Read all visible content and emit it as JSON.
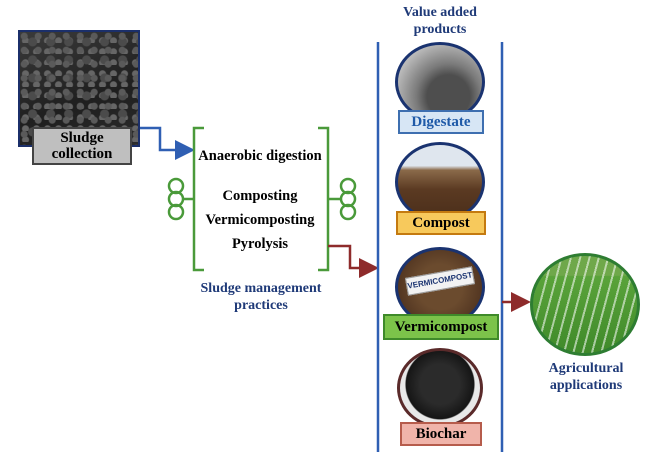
{
  "sludge_collection": {
    "label": "Sludge collection"
  },
  "management": {
    "practices": [
      "Anaerobic digestion",
      "Composting",
      "Vermicomposting",
      "Pyrolysis"
    ],
    "caption": "Sludge management practices"
  },
  "products": {
    "heading": "Value added products",
    "items": [
      "Digestate",
      "Compost",
      "Vermicompost",
      "Biochar"
    ],
    "vermicompost_bag_text": "VERMICOMPOST"
  },
  "agriculture": {
    "caption": "Agricultural applications"
  },
  "colors": {
    "blue_arrow": "#2f5fb3",
    "red_arrow": "#8e2b2b",
    "bracket_green": "#4a9a3a",
    "column_line": "#2f5fb3",
    "caption_blue": "#1f3a78"
  }
}
